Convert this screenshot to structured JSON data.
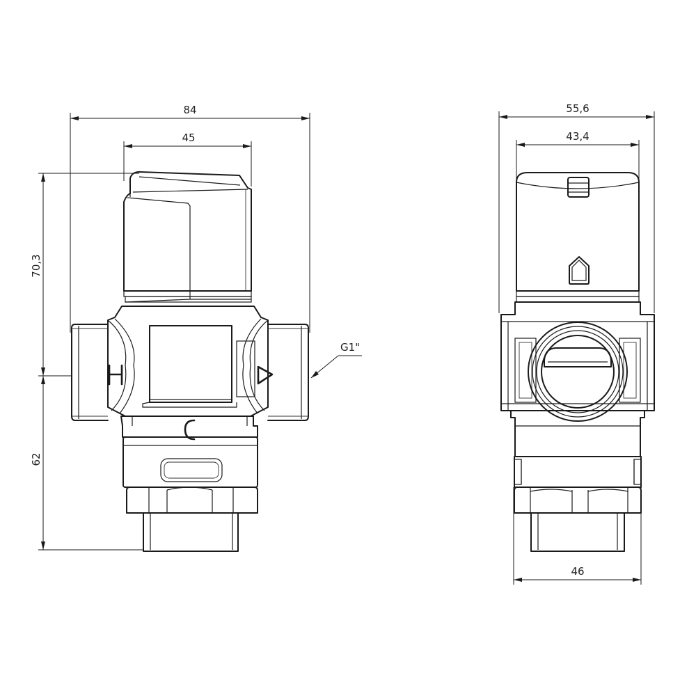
{
  "front_view": {
    "dim_total_width": "84",
    "dim_cap_width": "45",
    "dim_upper_height": "70,3",
    "dim_lower_height": "62",
    "thread_label": "G1\"",
    "port_hot_mark": "H",
    "port_cold_mark": "C"
  },
  "side_view": {
    "dim_total_width": "55,6",
    "dim_cap_width": "43,4",
    "dim_bottom_width": "46"
  },
  "colors": {
    "line": "#1a1a1a",
    "background": "#ffffff"
  }
}
